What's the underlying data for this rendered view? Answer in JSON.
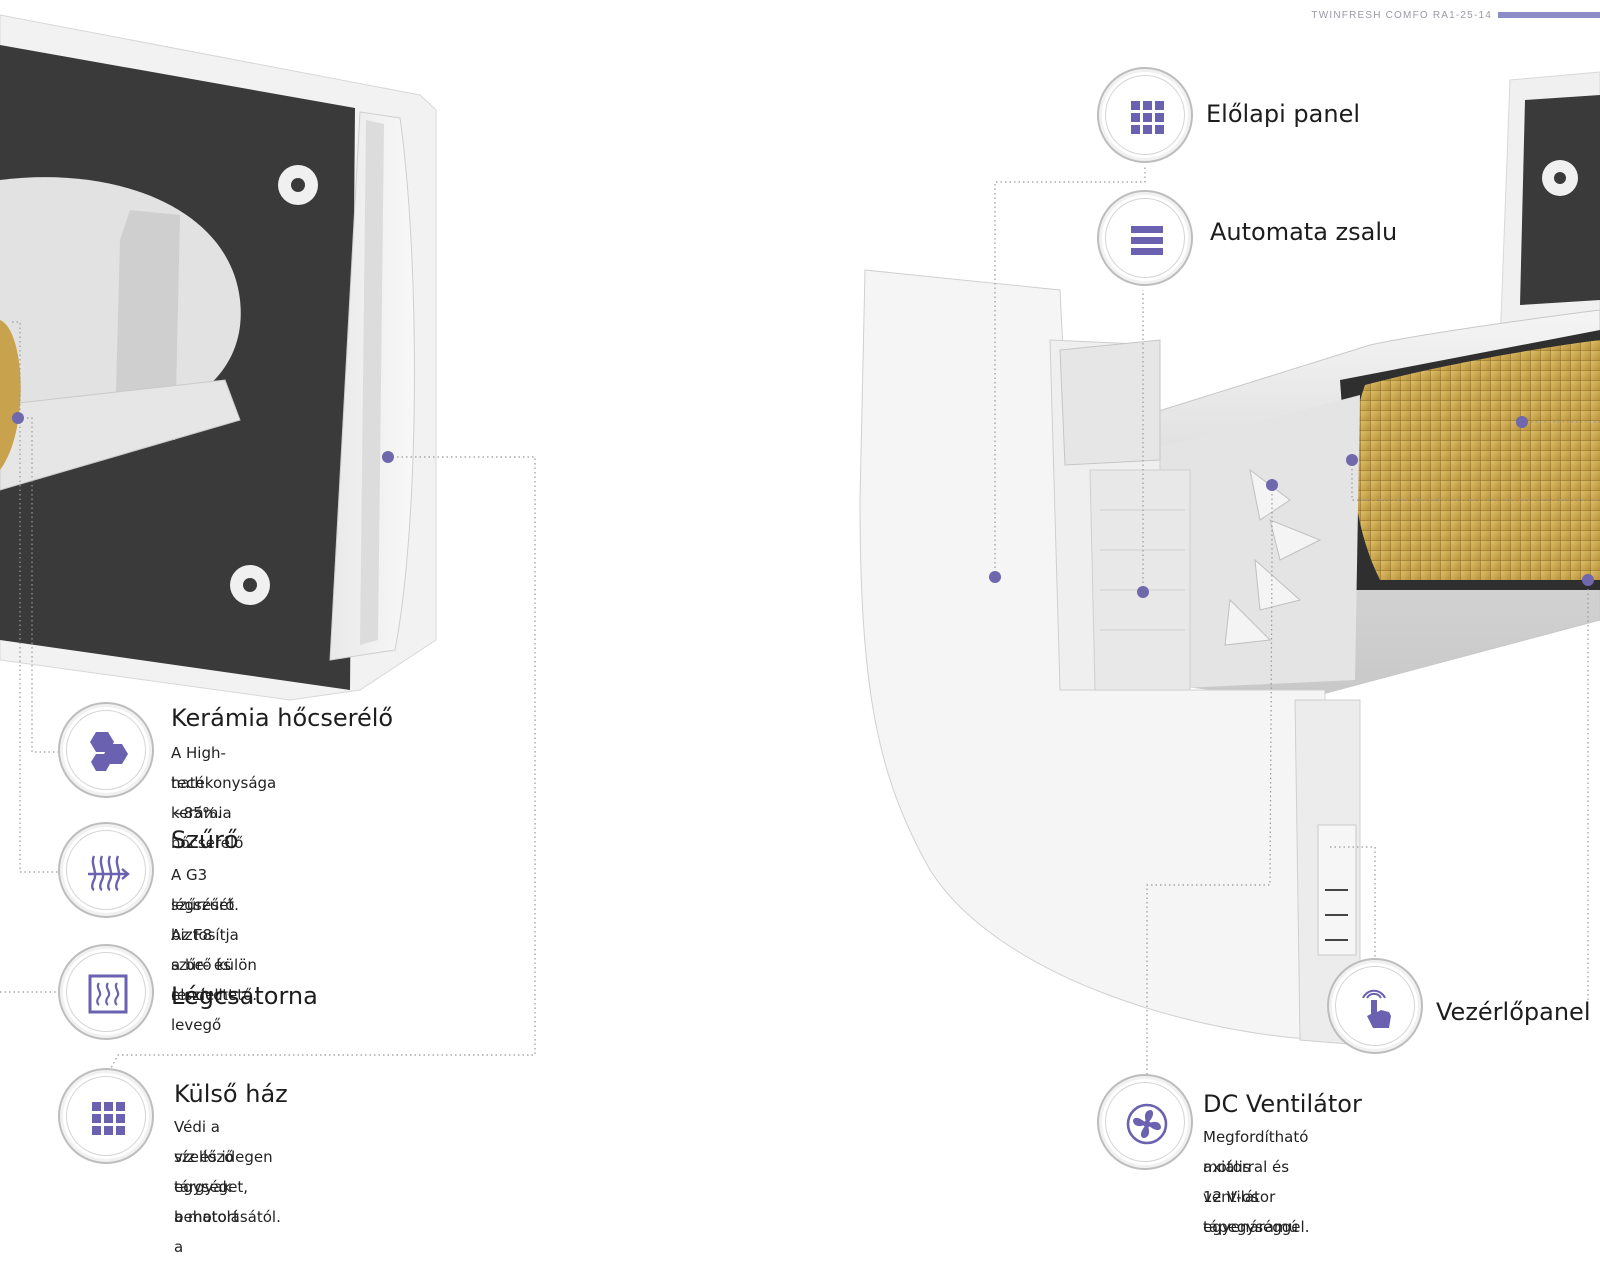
{
  "header": {
    "code": "TWINFRESH COMFO RA1-25-14"
  },
  "colors": {
    "accent": "#6a62b0",
    "ring": "#bdbdbd",
    "leader": "#999999"
  },
  "callouts": {
    "ceramic": {
      "title": "Kerámia hőcserélő",
      "line1": "A High-tech kerámia hőcserélő",
      "line2": "hatékonysága ~85%.",
      "icon": "hexagon-cluster-icon"
    },
    "filter": {
      "title": "Szűrő",
      "line1": "A G3 légszűrő biztosítja a be- és elszívott levegő",
      "line2": "szűrését. Az F8 szűrő külön rendelhető.",
      "icon": "filter-icon"
    },
    "duct": {
      "title": "Légcsatorna",
      "icon": "heat-waves-icon"
    },
    "housing": {
      "title": "Külső ház",
      "line1": "Védi a szellőző egységet, a motort a",
      "line2": "víz és idegen tárgyak behatolásától.",
      "icon": "grid-icon"
    },
    "front": {
      "title": "Előlapi panel",
      "icon": "grid-icon"
    },
    "shutter": {
      "title": "Automata zsalu",
      "icon": "bars-icon"
    },
    "control": {
      "title": "Vezérlőpanel",
      "icon": "touch-hand-icon"
    },
    "fan": {
      "title": "DC Ventilátor",
      "line1": "Megfordítható axiális ventilátor egyenáramú",
      "line2": "motorral és 12 V-os tápegységgel.",
      "icon": "fan-icon"
    }
  }
}
